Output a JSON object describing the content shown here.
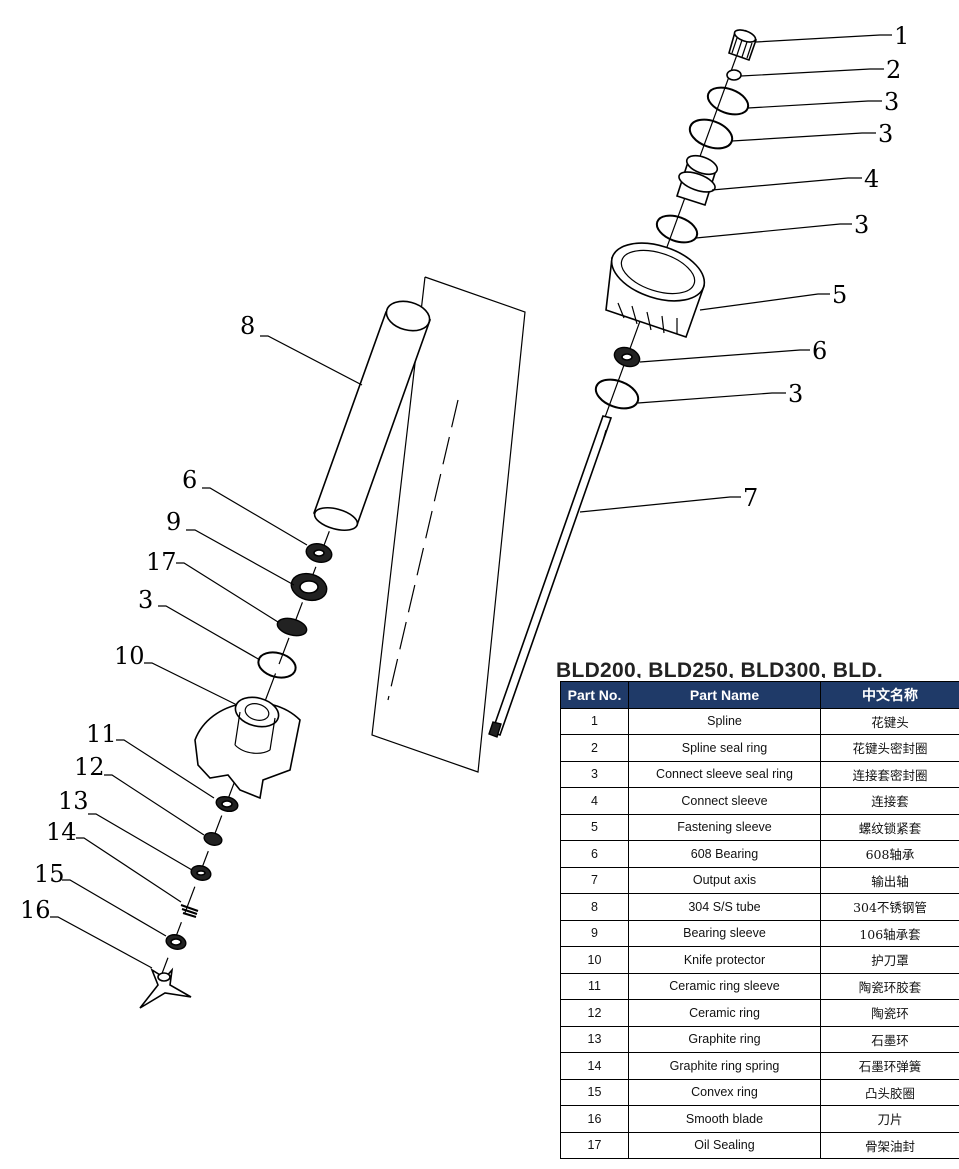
{
  "callouts": [
    {
      "num": "1"
    },
    {
      "num": "2"
    },
    {
      "num": "3"
    },
    {
      "num": "3"
    },
    {
      "num": "4"
    },
    {
      "num": "3"
    },
    {
      "num": "5"
    },
    {
      "num": "6"
    },
    {
      "num": "3"
    },
    {
      "num": "7"
    },
    {
      "num": "8"
    },
    {
      "num": "6"
    },
    {
      "num": "9"
    },
    {
      "num": "17"
    },
    {
      "num": "3"
    },
    {
      "num": "10"
    },
    {
      "num": "11"
    },
    {
      "num": "12"
    },
    {
      "num": "13"
    },
    {
      "num": "14"
    },
    {
      "num": "15"
    },
    {
      "num": "16"
    }
  ],
  "table": {
    "series_title": "BLD200, BLD250, BLD300, BLD.",
    "headers": [
      "Part No.",
      "Part Name",
      "中文名称"
    ],
    "rows": [
      {
        "no": "1",
        "name": "Spline",
        "cn": "花键头"
      },
      {
        "no": "2",
        "name": "Spline seal ring",
        "cn": "花键头密封圈"
      },
      {
        "no": "3",
        "name": "Connect sleeve seal ring",
        "cn": "连接套密封圈"
      },
      {
        "no": "4",
        "name": "Connect sleeve",
        "cn": "连接套"
      },
      {
        "no": "5",
        "name": "Fastening sleeve",
        "cn": "螺纹锁紧套"
      },
      {
        "no": "6",
        "name": "608 Bearing",
        "cn": "608轴承"
      },
      {
        "no": "7",
        "name": "Output axis",
        "cn": "输出轴"
      },
      {
        "no": "8",
        "name": "304 S/S tube",
        "cn": "304不锈钢管"
      },
      {
        "no": "9",
        "name": "Bearing sleeve",
        "cn": "106轴承套"
      },
      {
        "no": "10",
        "name": "Knife protector",
        "cn": "护刀罩"
      },
      {
        "no": "11",
        "name": "Ceramic ring sleeve",
        "cn": "陶瓷环胶套"
      },
      {
        "no": "12",
        "name": "Ceramic ring",
        "cn": "陶瓷环"
      },
      {
        "no": "13",
        "name": "Graphite ring",
        "cn": "石墨环"
      },
      {
        "no": "14",
        "name": "Graphite ring spring",
        "cn": "石墨环弹簧"
      },
      {
        "no": "15",
        "name": "Convex ring",
        "cn": "凸头胶圈"
      },
      {
        "no": "16",
        "name": "Smooth blade",
        "cn": "刀片"
      },
      {
        "no": "17",
        "name": "Oil Sealing",
        "cn": "骨架油封"
      }
    ]
  }
}
